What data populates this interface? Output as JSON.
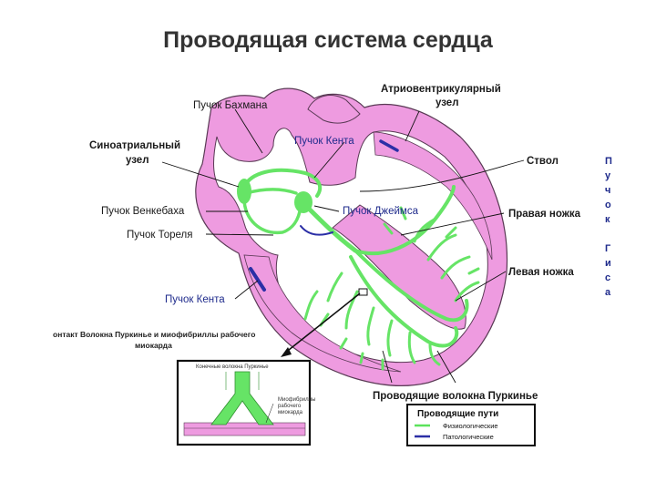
{
  "title": "Проводящая система сердца",
  "labels": {
    "bachmann": "Пучок Бахмана",
    "av_node_1": "Атриовентрикулярный",
    "av_node_2": "узел",
    "sa_node_1": "Синоатриальный",
    "sa_node_2": "узел",
    "kent_top": "Пучок Кента",
    "trunk": "Ствол",
    "wenckebach": "Пучок Венкебаха",
    "james": "Пучок Джеймса",
    "right_branch": "Правая ножка",
    "thorel": "Пучок Тореля",
    "left_branch": "Левая ножка",
    "kent_bottom": "Пучок Кента",
    "purkinje": "Проводящие волокна Пуркинье",
    "contact_1": "онтакт Волокна Пуркинье и миофибриллы рабочего",
    "contact_2": "миокарда",
    "inset_title": "Конечные волокна Пуркинье",
    "inset_side_1": "Миофибриллы",
    "inset_side_2": "рабочего",
    "inset_side_3": "миокарда",
    "his_vertical": [
      "П",
      "у",
      "ч",
      "о",
      "к",
      "",
      "Г",
      "и",
      "с",
      "а"
    ]
  },
  "legend": {
    "title": "Проводящие пути",
    "items": [
      {
        "label": "Физиологические",
        "color": "#5be35b"
      },
      {
        "label": "Патологические",
        "color": "#2b2fa6"
      }
    ]
  },
  "colors": {
    "myocardium": "#ee9be0",
    "myocardium_edge": "#5a3a55",
    "conduction": "#66e466",
    "pathological": "#2b2fa6"
  }
}
